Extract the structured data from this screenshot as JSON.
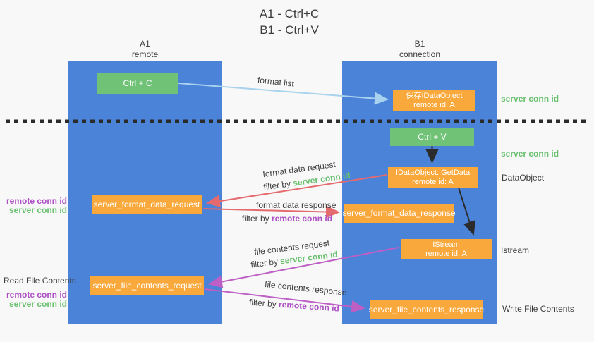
{
  "title": {
    "line1": "A1 - Ctrl+C",
    "line2": "B1 - Ctrl+V"
  },
  "lanes": {
    "left": {
      "title": "A1",
      "subtitle": "remote"
    },
    "right": {
      "title": "B1",
      "subtitle": "connection"
    }
  },
  "nodes": {
    "ctrl_c": {
      "label": "Ctrl + C"
    },
    "save_idataobject": {
      "line1": "保存IDataObject",
      "line2": "remote id: A"
    },
    "ctrl_v": {
      "label": "Ctrl + V"
    },
    "getdata": {
      "line1": "IDataObject::GetData",
      "line2": "remote id: A"
    },
    "format_request": {
      "label": "server_format_data_request"
    },
    "format_response": {
      "label": "server_format_data_response"
    },
    "istream": {
      "line1": "IStream",
      "line2": "remote id: A"
    },
    "file_request": {
      "label": "server_file_contents_request"
    },
    "file_response": {
      "label": "server_file_contents_response"
    }
  },
  "flow_labels": {
    "format_list": "format list",
    "format_data_request": "format data request",
    "filter_server_1": {
      "prefix": "filter by ",
      "term": "server conn id"
    },
    "format_data_response": "format data response",
    "filter_remote_1": {
      "prefix": "filter by ",
      "term": "remote conn id"
    },
    "file_contents_request": "file contents request",
    "filter_server_2": {
      "prefix": "filter by ",
      "term": "server conn id"
    },
    "file_contents_response": "file contents response",
    "filter_remote_2": {
      "prefix": "filter by ",
      "term": "remote conn id"
    }
  },
  "side_labels": {
    "server_conn_top": "server conn id",
    "server_conn_mid": "server conn id",
    "dataobject": "DataObject",
    "istream": "Istream",
    "write_file": "Write File Contents",
    "read_file": "Read File Contents",
    "remote_conn_left_1": "remote conn id",
    "server_conn_left_1": "server conn id",
    "remote_conn_left_2": "remote conn id",
    "server_conn_left_2": "server conn id"
  },
  "colors": {
    "lane_blue": "#4b83d8",
    "node_green": "#70c277",
    "node_orange": "#f9a83c",
    "arrow_lightblue": "#a8d2ee",
    "arrow_red": "#e56a6e",
    "arrow_magenta": "#bd5fc4",
    "arrow_black": "#2b2b2b",
    "text_green": "#69bf6e",
    "text_purple": "#ad4fc4",
    "text_dark": "#3d3d3d",
    "background": "#f8f8f8"
  }
}
